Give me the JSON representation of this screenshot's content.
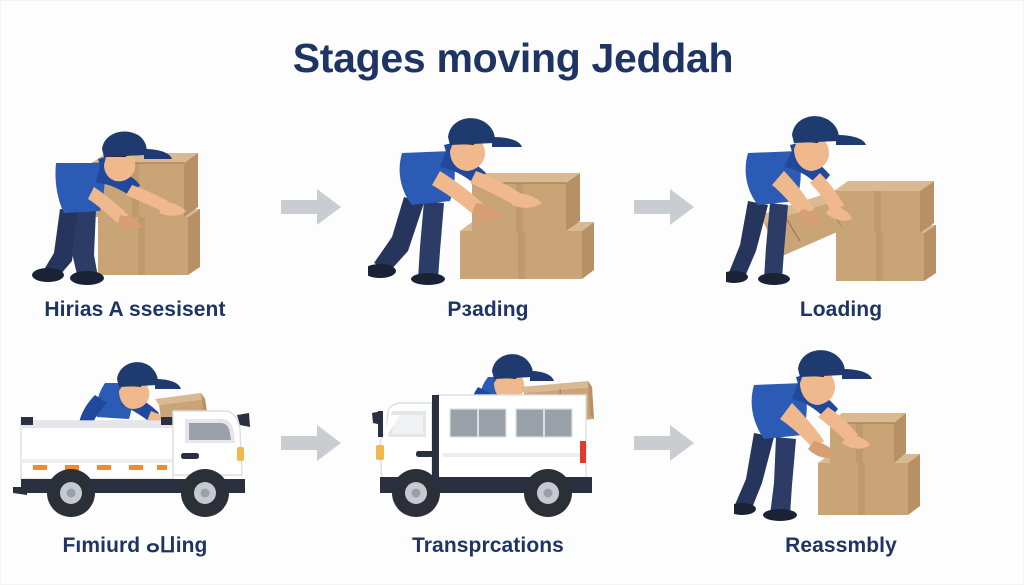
{
  "header": {
    "title": "Stages moving Jeddah",
    "title_color": "#1e3465"
  },
  "theme": {
    "background": "#fdfdfd",
    "label_color": "#1e3465",
    "arrow_color": "#c9ccd1",
    "shirt_blue": "#2b5bb5",
    "shirt_blue_dark": "#21489a",
    "cap_navy": "#1f3a6e",
    "pants_navy": "#26355c",
    "shoe_dark": "#1a2236",
    "skin": "#f0b98d",
    "skin_shadow": "#d79e73",
    "hair_dark": "#22252b",
    "box_front": "#c9a477",
    "box_top": "#d8b991",
    "box_side": "#b89065",
    "box_line": "#a87f58",
    "truck_white": "#ffffff",
    "truck_gray": "#e4e6ea",
    "truck_dark": "#2a3040",
    "truck_window": "#9aa0aa",
    "tire_black": "#2b2f38",
    "marker_orange": "#f08a2a",
    "marker_red": "#e03a2f"
  },
  "rows": [
    {
      "name": "top-row",
      "stages": [
        {
          "id": "stage-1",
          "art": "worker-boxes-bend",
          "label": "Hirias A ssesisent"
        },
        {
          "id": "stage-2",
          "art": "worker-boxes-push",
          "label": "Pɜading"
        },
        {
          "id": "stage-3",
          "art": "worker-boxes-lift",
          "label": "Loading"
        }
      ],
      "arrows": [
        {
          "id": "arrow-1",
          "icon": "arrow-right-icon"
        },
        {
          "id": "arrow-2",
          "icon": "arrow-right-icon"
        }
      ]
    },
    {
      "name": "bottom-row",
      "stages": [
        {
          "id": "stage-4",
          "art": "truck-flatbed-loading",
          "label": "Fımiurd ⴰⵡing"
        },
        {
          "id": "stage-5",
          "art": "truck-box-transport",
          "label": "Transprcations"
        },
        {
          "id": "stage-6",
          "art": "worker-boxes-stack",
          "label": "Reassmbly"
        }
      ],
      "arrows": [
        {
          "id": "arrow-3",
          "icon": "arrow-right-icon"
        },
        {
          "id": "arrow-4",
          "icon": "arrow-right-icon"
        }
      ]
    }
  ]
}
